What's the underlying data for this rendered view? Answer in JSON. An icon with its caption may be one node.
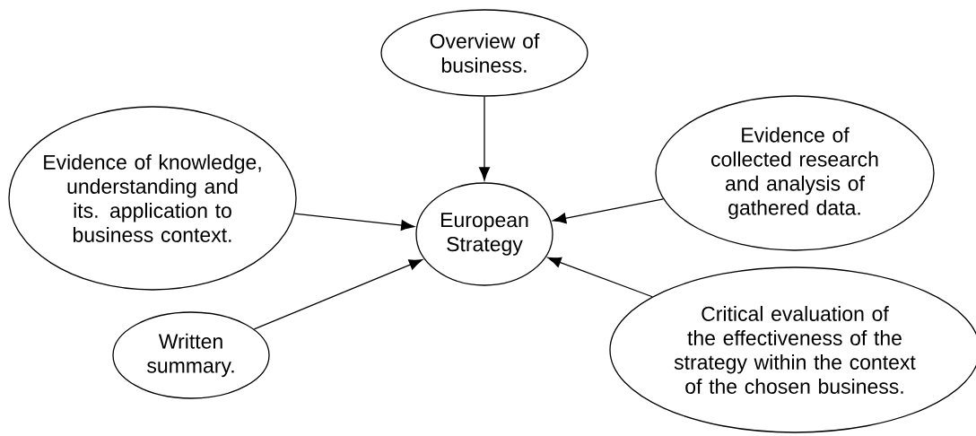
{
  "diagram": {
    "nodes": [
      {
        "text": [
          "Overview of business."
        ]
      },
      {
        "text": [
          "Evidence of knowledge, understanding and its. application to business context."
        ]
      },
      {
        "text": [
          "European Strategy"
        ]
      },
      {
        "text": [
          "Evidence of collected research and analysis of gathered data."
        ]
      },
      {
        "text": [
          "Written summary."
        ]
      },
      {
        "text": [
          "Critical evaluation of the effectiveness of the strategy within the context of the chosen business."
        ]
      }
    ],
    "edges": [
      {
        "from": 0,
        "to": 2,
        "arrow": "to"
      },
      {
        "from": 1,
        "to": 2,
        "arrow": "to"
      },
      {
        "from": 3,
        "to": 2,
        "arrow": "to"
      },
      {
        "from": 4,
        "to": 2,
        "arrow": "to"
      },
      {
        "from": 5,
        "to": 2,
        "arrow": "to"
      }
    ]
  }
}
